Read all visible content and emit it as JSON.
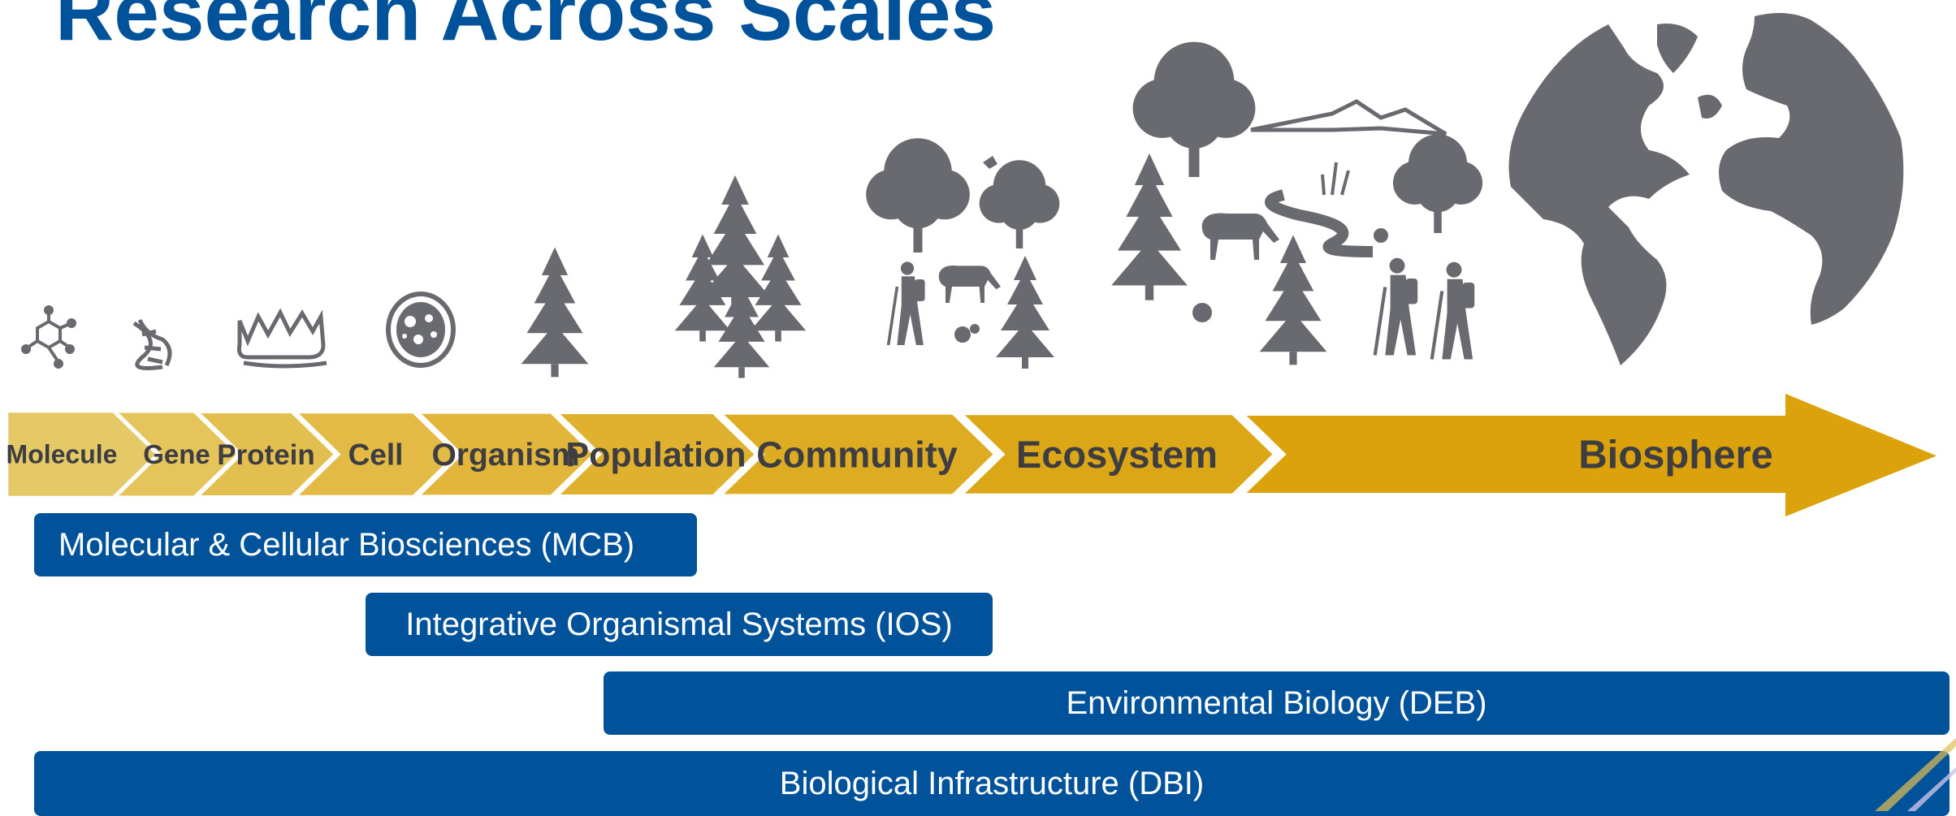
{
  "title": "Research Across Scales",
  "stages": [
    "Molecule",
    "Gene",
    "Protein",
    "Cell",
    "Organism",
    "Population",
    "Community",
    "Ecosystem",
    "Biosphere"
  ],
  "programs": [
    {
      "label": "Molecular & Cellular Biosciences (MCB)"
    },
    {
      "label": "Integrative Organismal Systems (IOS)"
    },
    {
      "label": "Environmental Biology (DEB)"
    },
    {
      "label": "Biological Infrastructure (DBI)"
    }
  ],
  "icons": [
    "molecule-icon",
    "dna-icon",
    "protein-icon",
    "cell-icon",
    "tree-icon",
    "forest-icon",
    "community-icon",
    "ecosystem-icon",
    "globe-icon"
  ],
  "colors": {
    "title": "#00529b",
    "bar": "#00529b",
    "arrow_light": "#e6c967",
    "arrow_dark": "#dba20c",
    "icon": "#686a70",
    "label": "#3d3d42"
  }
}
